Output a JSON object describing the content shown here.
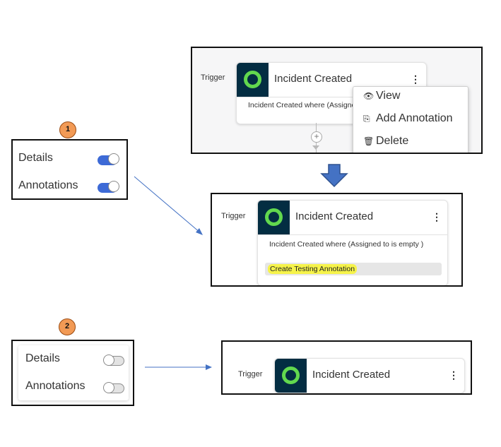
{
  "step1": {
    "badge": "1"
  },
  "step2": {
    "badge": "2"
  },
  "toggles_on": {
    "details_label": "Details",
    "annotations_label": "Annotations",
    "details_state": "on",
    "annotations_state": "on"
  },
  "toggles_off": {
    "details_label": "Details",
    "annotations_label": "Annotations",
    "details_state": "off",
    "annotations_state": "off"
  },
  "trigger_label": "Trigger",
  "top_card": {
    "title": "Incident Created",
    "description": "Incident Created where (Assigne",
    "kebab": "⋮"
  },
  "context_menu": {
    "items": [
      {
        "label": "View",
        "icon": "eye-icon"
      },
      {
        "label": "Add Annotation",
        "icon": "annotation-icon"
      },
      {
        "label": "Delete",
        "icon": "trash-icon"
      }
    ]
  },
  "mid_card": {
    "title": "Incident Created",
    "description": "Incident Created where (Assigned to is empty )",
    "annotation": "Create Testing Annotation",
    "kebab": "⋮"
  },
  "bottom_card": {
    "title": "Incident Created",
    "kebab": "⋮"
  },
  "colors": {
    "toggle_on": "#3d6ad6",
    "badge": "#f29a55",
    "logo_bg": "#032d42",
    "logo_ring": "#62d84e",
    "highlight": "#f6f34a",
    "arrow": "#4472c4"
  }
}
